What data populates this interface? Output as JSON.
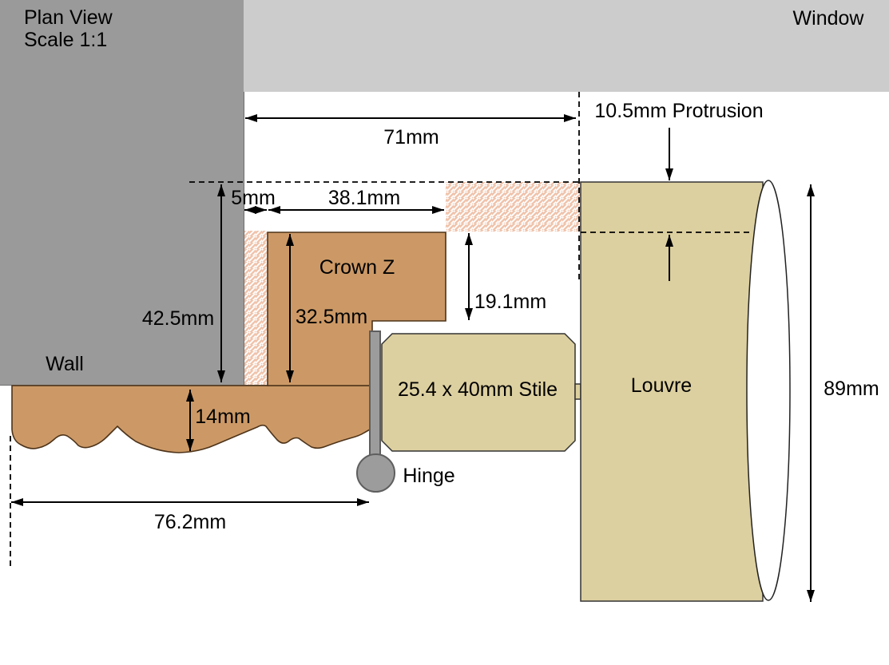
{
  "title": {
    "line1": "Plan View",
    "line2": "Scale 1:1"
  },
  "parts": {
    "window": "Window",
    "wall": "Wall",
    "crown_z": "Crown Z",
    "stile": "25.4 x 40mm Stile",
    "louvre": "Louvre",
    "hinge": "Hinge"
  },
  "dimensions": {
    "wall_to_louvre": "71mm",
    "louvre_protrusion": "10.5mm Protrusion",
    "wall_gap": "5mm",
    "crown_width": "38.1mm",
    "reveal_depth": "42.5mm",
    "crown_depth": "32.5mm",
    "crown_to_louvre": "19.1mm",
    "architrave_thickness": "14mm",
    "architrave_width": "76.2mm",
    "louvre_depth": "89mm"
  },
  "colors": {
    "wall": "#9a9a9a",
    "window": "#cccccc",
    "wood": "#cc9966",
    "wood_line": "#4d3319",
    "timber": "#ddd0a0",
    "timber_line": "#333333",
    "metal": "#9c9c9c",
    "metal_line": "#5e5e5e",
    "hatch": "#f0c3ab",
    "dim": "#000000"
  }
}
